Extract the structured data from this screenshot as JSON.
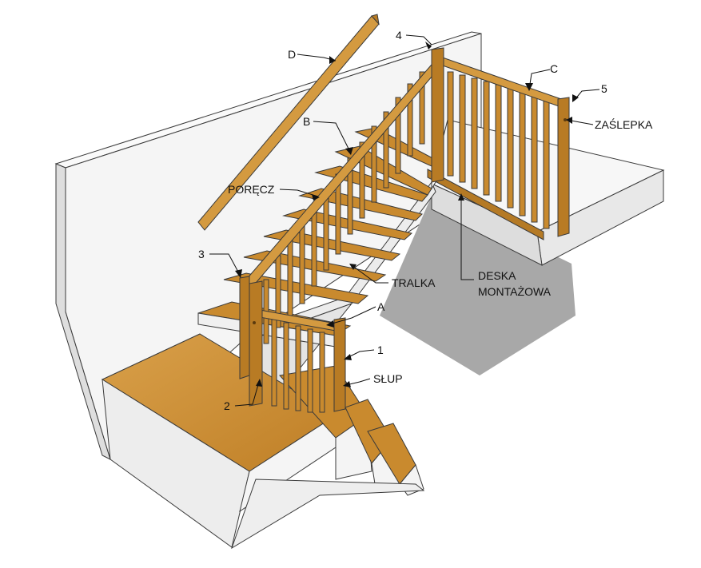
{
  "labels": {
    "d": "D",
    "four": "4",
    "c": "C",
    "five": "5",
    "zaslepka": "ZAŚLEPKA",
    "b": "B",
    "porecz": "PORĘCZ",
    "three": "3",
    "tralka": "TRALKA",
    "deska_line1": "DESKA",
    "deska_line2": "MONTAŻOWA",
    "a": "A",
    "one": "1",
    "slup": "SŁUP",
    "two": "2"
  },
  "colors": {
    "wood": "#c98a2e",
    "wood_dark": "#9a6418",
    "wood_light": "#d9a04a",
    "wall": "#f4f4f4",
    "wall_side": "#dcdcdc",
    "shadow": "#a9a9a9"
  }
}
